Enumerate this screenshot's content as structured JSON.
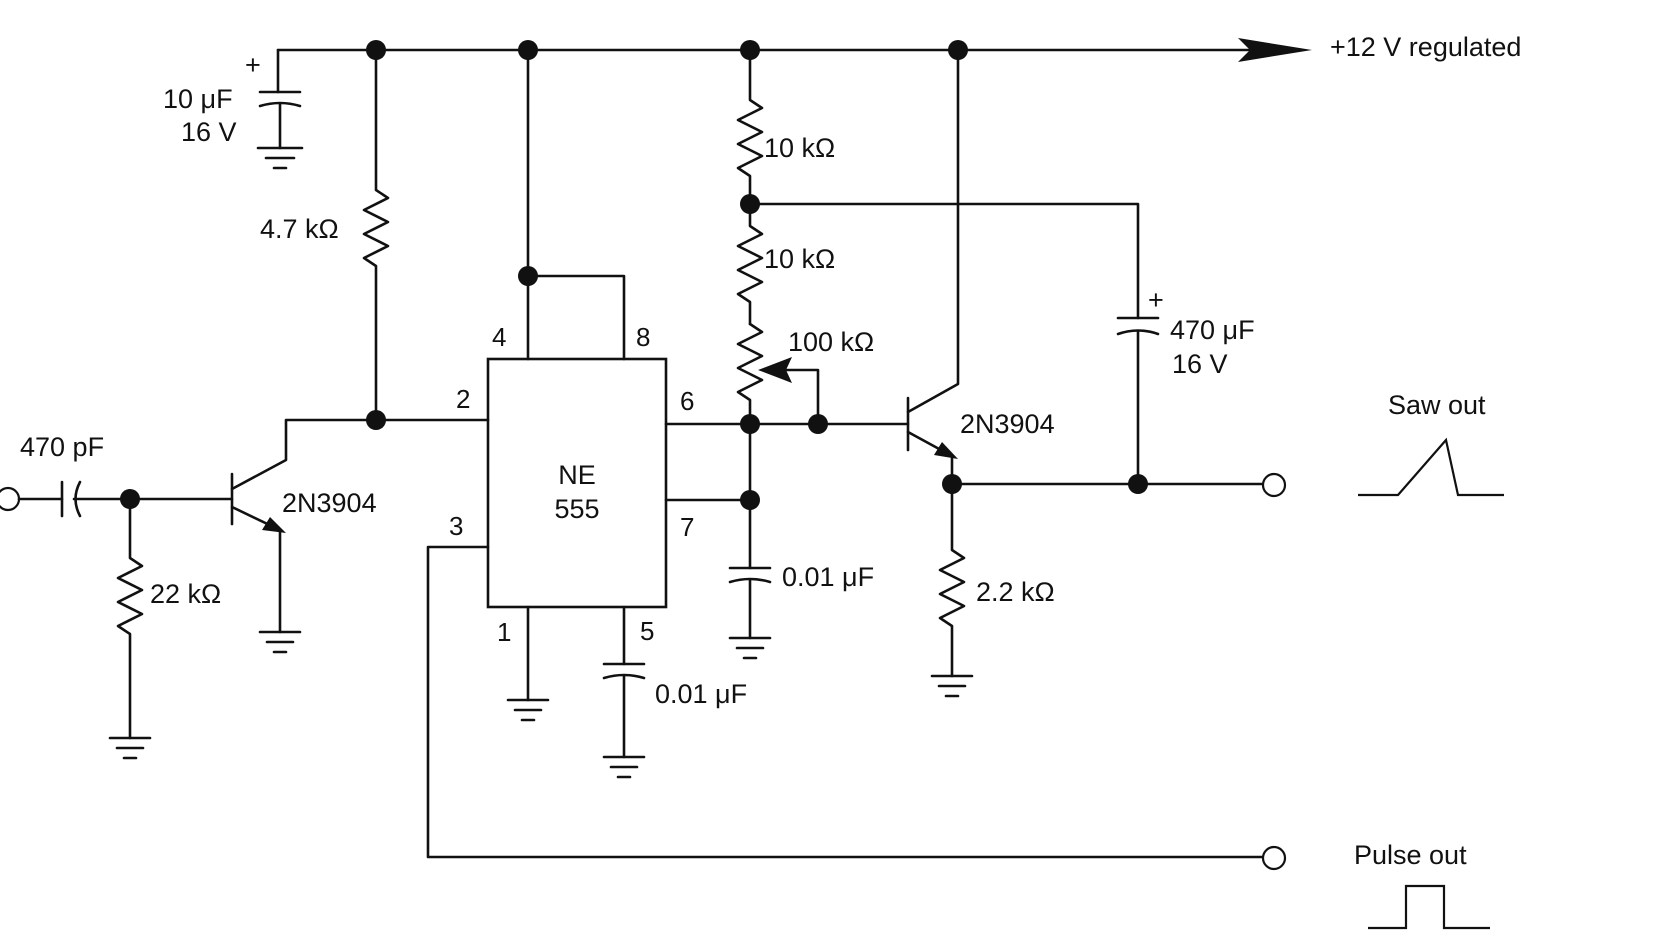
{
  "supply": {
    "label": "+12 V regulated"
  },
  "ic": {
    "name_line1": "NE",
    "name_line2": "555",
    "pins": {
      "p1": "1",
      "p2": "2",
      "p3": "3",
      "p4": "4",
      "p5": "5",
      "p6": "6",
      "p7": "7",
      "p8": "8"
    }
  },
  "components": {
    "c_supply": {
      "value": "10 μF",
      "rating": "16 V",
      "polarity": "+"
    },
    "r_pullup": {
      "value": "4.7 kΩ"
    },
    "c_input": {
      "value": "470 pF"
    },
    "r_input": {
      "value": "22 kΩ"
    },
    "q_input": {
      "part": "2N3904"
    },
    "r_top": {
      "value": "10 kΩ"
    },
    "r_mid": {
      "value": "10 kΩ"
    },
    "pot": {
      "value": "100 kΩ"
    },
    "c_timing": {
      "value": "0.01 μF"
    },
    "c_control": {
      "value": "0.01 μF"
    },
    "q_output": {
      "part": "2N3904"
    },
    "r_emitter": {
      "value": "2.2 kΩ"
    },
    "c_bootstrap": {
      "value": "470 μF",
      "rating": "16 V",
      "polarity": "+"
    }
  },
  "outputs": {
    "saw": {
      "label": "Saw out"
    },
    "pulse": {
      "label": "Pulse out"
    }
  }
}
